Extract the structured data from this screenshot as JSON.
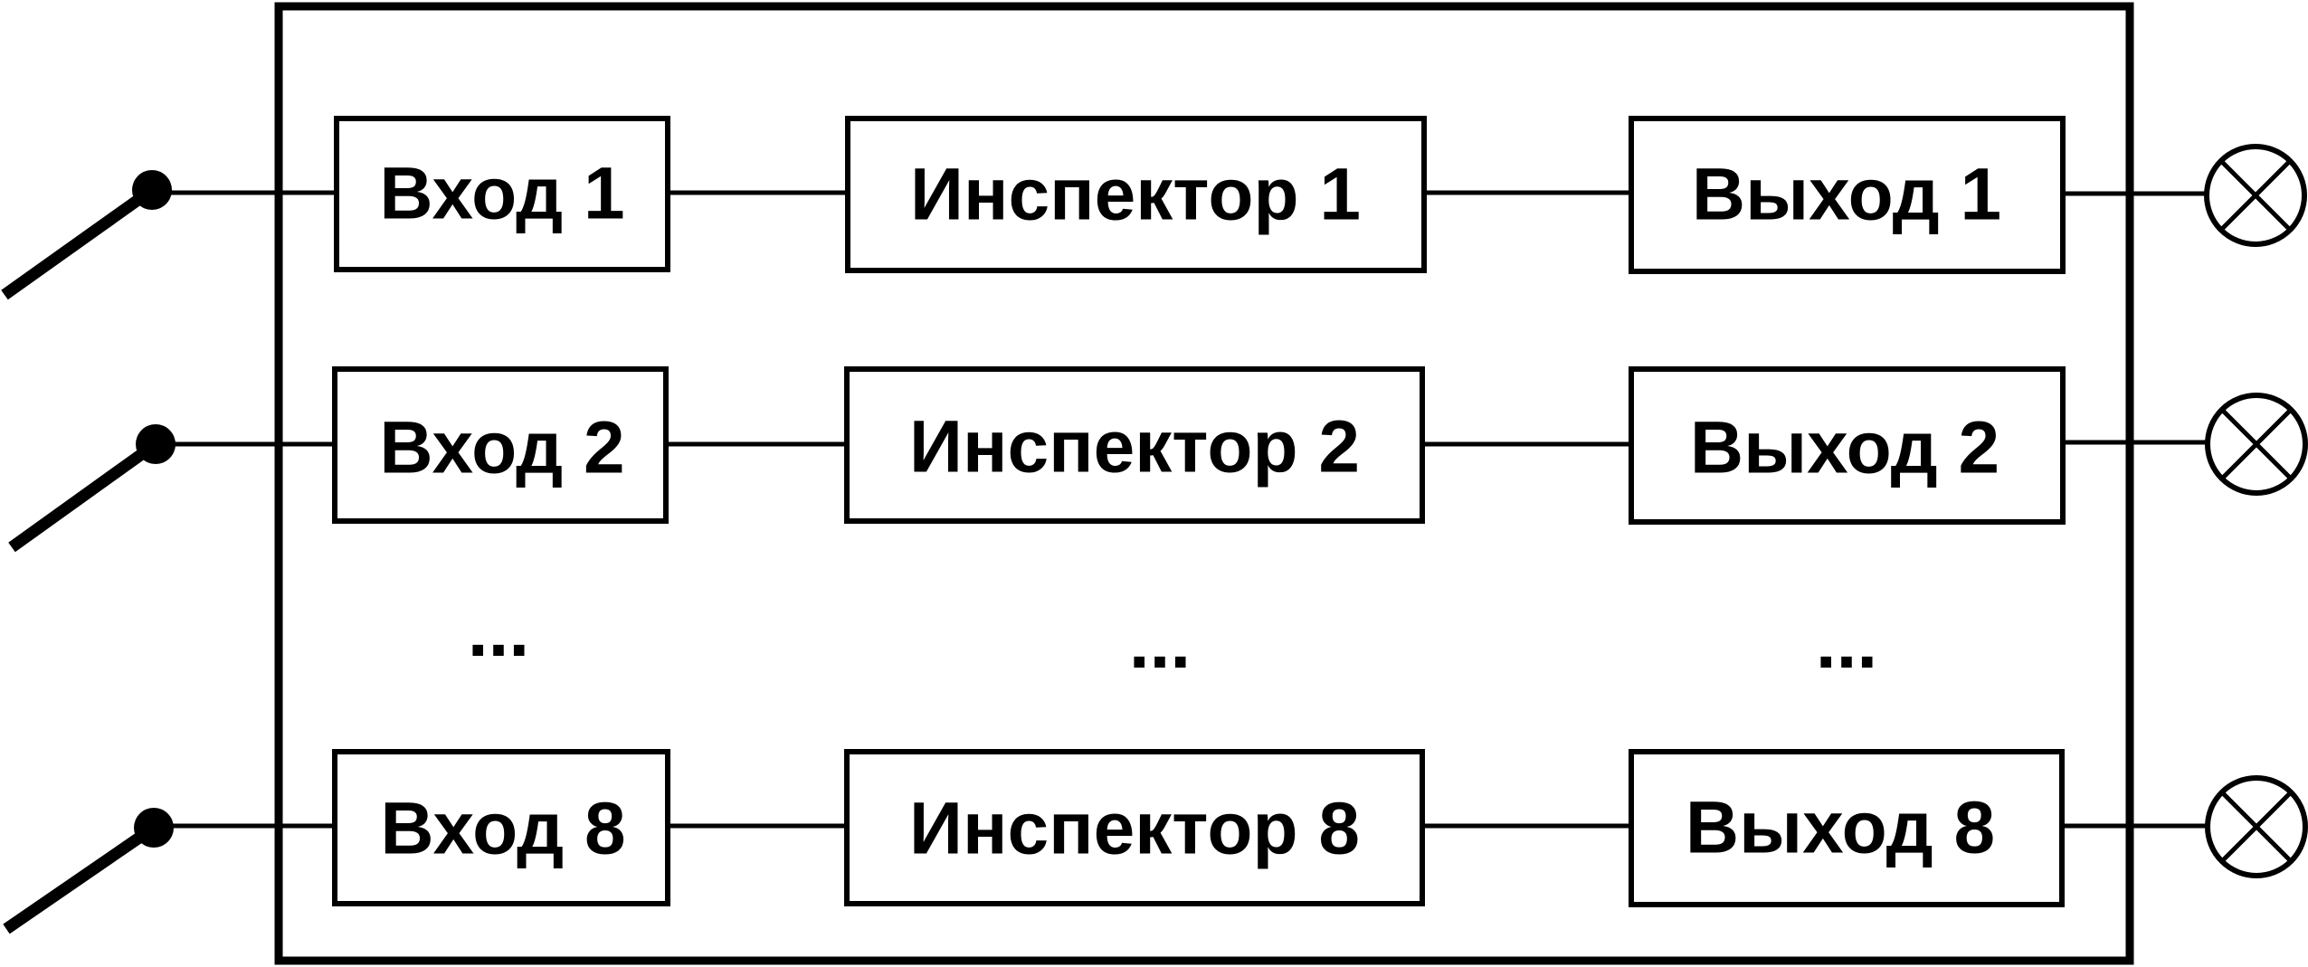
{
  "diagram": {
    "rows": [
      {
        "input": "Вход 1",
        "inspector": "Инспектор 1",
        "output": "Выход 1"
      },
      {
        "input": "Вход 2",
        "inspector": "Инспектор 2",
        "output": "Выход 2"
      },
      {
        "input": "Вход 8",
        "inspector": "Инспектор 8",
        "output": "Выход 8"
      }
    ],
    "ellipsis": {
      "input": "...",
      "inspector": "...",
      "output": "..."
    },
    "icons": {
      "input_symbol": "switch-contact-icon",
      "output_symbol": "lamp-icon"
    },
    "colors": {
      "stroke": "#000000",
      "background": "#ffffff"
    }
  }
}
